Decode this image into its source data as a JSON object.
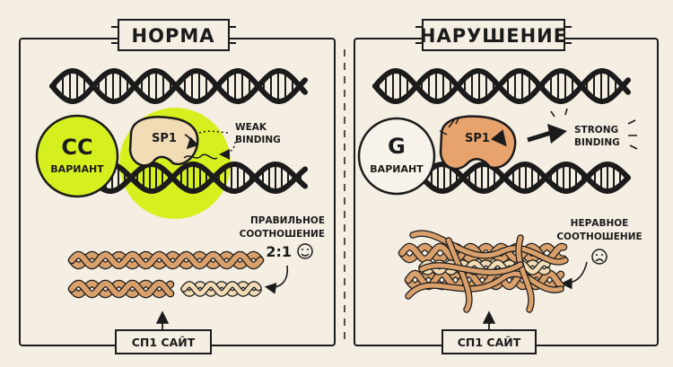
{
  "left": {
    "title": "НОРМА",
    "variant_big": "CC",
    "variant_small": "ВАРИАНТ",
    "protein": "SP1",
    "binding_line1": "WEAK",
    "binding_line2": "BINDING",
    "ratio_line1": "ПРАВИЛЬНОЕ",
    "ratio_line2": "СООТНОШЕНИЕ",
    "ratio_value": "2:1",
    "site_label": "СП1 САЙТ"
  },
  "right": {
    "title": "НАРУШЕНИЕ",
    "variant_big": "G",
    "variant_small": "ВАРИАНТ",
    "protein": "SP1",
    "binding_line1": "STRONG",
    "binding_line2": "BINDING",
    "ratio_line1": "НЕРАВНОЕ",
    "ratio_line2": "СООТНОШЕНИЕ",
    "site_label": "СП1 САЙТ"
  },
  "colors": {
    "background": "#f4eee3",
    "ink": "#1b1b1b",
    "highlight": "#d6ef1f",
    "protein_normal": "#f1dcb6",
    "protein_strong": "#e8a36d",
    "rna": "#d9a06c"
  }
}
